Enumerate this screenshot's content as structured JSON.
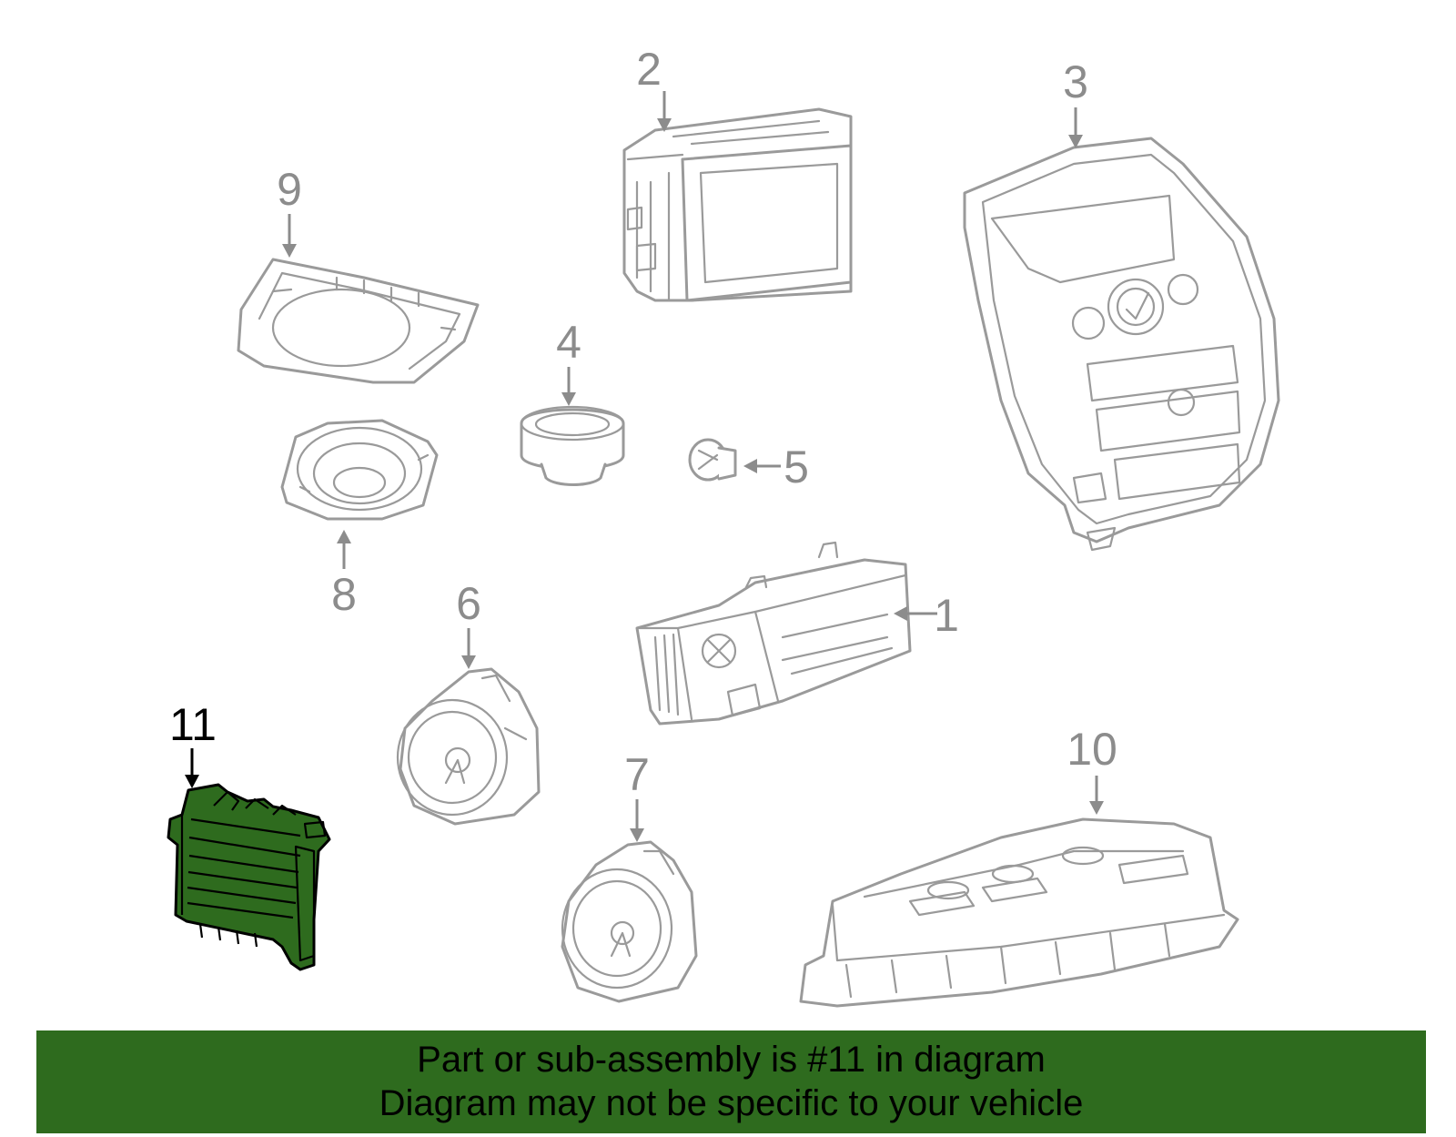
{
  "callouts": [
    {
      "id": "1",
      "label": "1"
    },
    {
      "id": "2",
      "label": "2"
    },
    {
      "id": "3",
      "label": "3"
    },
    {
      "id": "4",
      "label": "4"
    },
    {
      "id": "5",
      "label": "5"
    },
    {
      "id": "6",
      "label": "6"
    },
    {
      "id": "7",
      "label": "7"
    },
    {
      "id": "8",
      "label": "8"
    },
    {
      "id": "9",
      "label": "9"
    },
    {
      "id": "10",
      "label": "10"
    },
    {
      "id": "11",
      "label": "11"
    }
  ],
  "highlighted_part": "11",
  "colors": {
    "highlight_fill": "#2e6b1e",
    "part_outline": "#9a9a9a",
    "callout_text": "#8c8c8c",
    "highlight_text": "#000000",
    "banner_background": "#2e6b1e"
  },
  "banner": {
    "line1": "Part or sub-assembly is #11 in diagram",
    "line2": "Diagram may not be specific to your vehicle"
  }
}
